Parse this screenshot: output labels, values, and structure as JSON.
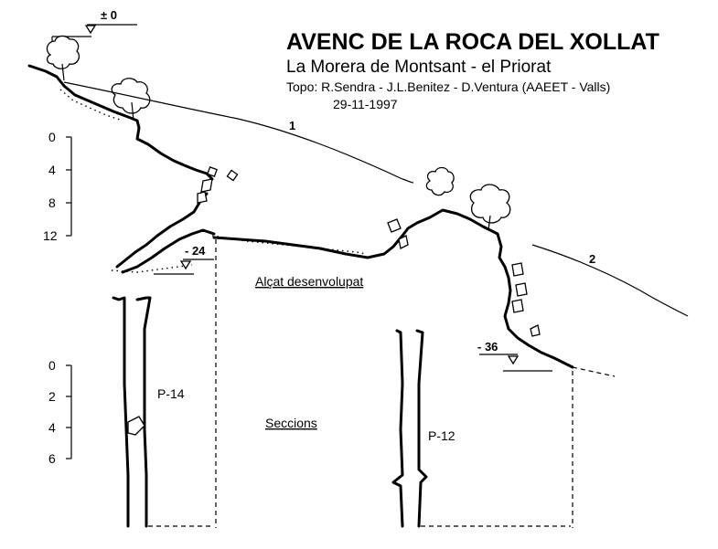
{
  "header": {
    "title": "AVENC DE LA ROCA DEL XOLLAT",
    "subtitle": "La Morera de Montsant - el Priorat",
    "credits": "Topo: R.Sendra - J.L.Benitez - D.Ventura  (AAEET - Valls)",
    "date": "29-11-1997"
  },
  "elevations": {
    "top": "± 0",
    "mid": "- 24",
    "bottom": "- 36"
  },
  "profile": {
    "label": "Alçat desenvolupat",
    "marker_1": "1",
    "marker_2": "2"
  },
  "sections": {
    "label": "Seccions",
    "pit_1": "P-14",
    "pit_2": "P-12"
  },
  "scale_profile": [
    "0",
    "4",
    "8",
    "12"
  ],
  "scale_sections": [
    "0",
    "2",
    "4",
    "6"
  ]
}
